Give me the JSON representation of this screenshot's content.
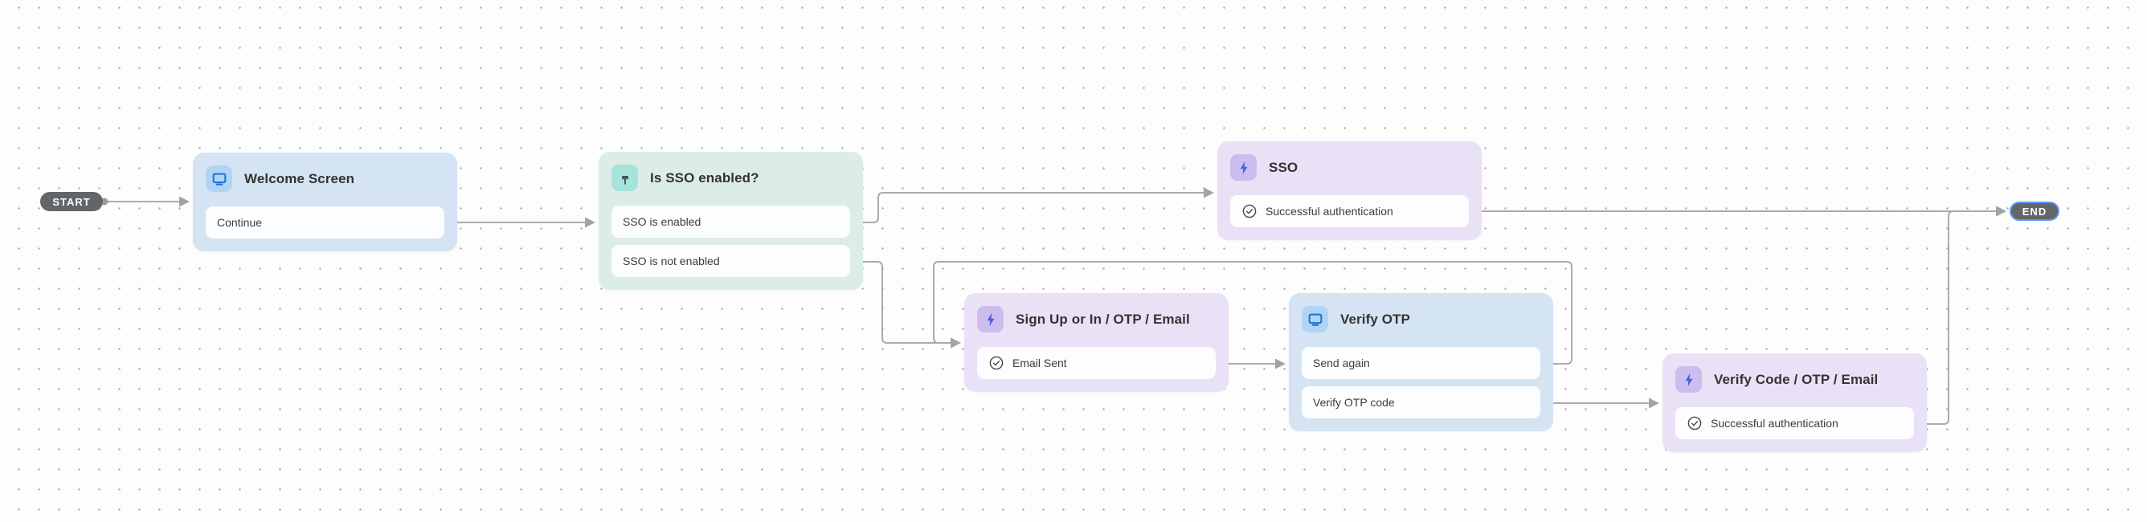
{
  "canvas": {
    "start_label": "START",
    "end_label": "END"
  },
  "nodes": [
    {
      "id": "welcome-screen",
      "type": "screen",
      "icon": "screen-icon",
      "title": "Welcome Screen",
      "items": [
        {
          "label": "Continue",
          "check": false
        }
      ]
    },
    {
      "id": "is-sso-enabled",
      "type": "decision",
      "icon": "branch-icon",
      "title": "Is SSO enabled?",
      "items": [
        {
          "label": "SSO is enabled",
          "check": false
        },
        {
          "label": "SSO is not enabled",
          "check": false
        }
      ]
    },
    {
      "id": "sso",
      "type": "action",
      "icon": "lightning-icon",
      "title": "SSO",
      "items": [
        {
          "label": "Successful authentication",
          "check": true
        }
      ]
    },
    {
      "id": "sign-up-or-in",
      "type": "action",
      "icon": "lightning-icon",
      "title": "Sign Up or In / OTP / Email",
      "items": [
        {
          "label": "Email Sent",
          "check": true
        }
      ]
    },
    {
      "id": "verify-otp",
      "type": "screen",
      "icon": "screen-icon",
      "title": "Verify OTP",
      "items": [
        {
          "label": "Send again",
          "check": false
        },
        {
          "label": "Verify OTP code",
          "check": false
        }
      ]
    },
    {
      "id": "verify-code",
      "type": "action",
      "icon": "lightning-icon",
      "title": "Verify Code / OTP / Email",
      "items": [
        {
          "label": "Successful authentication",
          "check": true
        }
      ]
    }
  ],
  "edges": [
    {
      "from": "start",
      "to": "welcome-screen"
    },
    {
      "from": "welcome-screen / Continue",
      "to": "is-sso-enabled"
    },
    {
      "from": "is-sso-enabled / SSO is enabled",
      "to": "sso"
    },
    {
      "from": "is-sso-enabled / SSO is not enabled",
      "to": "sign-up-or-in"
    },
    {
      "from": "sign-up-or-in / Email Sent",
      "to": "verify-otp"
    },
    {
      "from": "verify-otp / Send again",
      "to": "sign-up-or-in"
    },
    {
      "from": "verify-otp / Verify OTP code",
      "to": "verify-code"
    },
    {
      "from": "sso / Successful authentication",
      "to": "end"
    },
    {
      "from": "verify-code / Successful authentication",
      "to": "end"
    }
  ],
  "selection": {
    "selected_node": "end"
  },
  "colors": {
    "canvas_bg": "#fdfdfd",
    "grid_dot": "#b3b3b3",
    "connector": "#ababab",
    "screen_node_bg": "#d5e4f3",
    "screen_chip": "#b0d5f4",
    "screen_icon": "#1e6fd6",
    "decision_node_bg": "#dcece8",
    "decision_chip": "#a6e3db",
    "decision_icon": "#3c4a4a",
    "action_node_bg": "#e9e2f6",
    "action_chip": "#cbbeee",
    "action_icon": "#4d5ce0",
    "terminal_bg": "#636669",
    "selection_ring": "#5b9cf5"
  }
}
